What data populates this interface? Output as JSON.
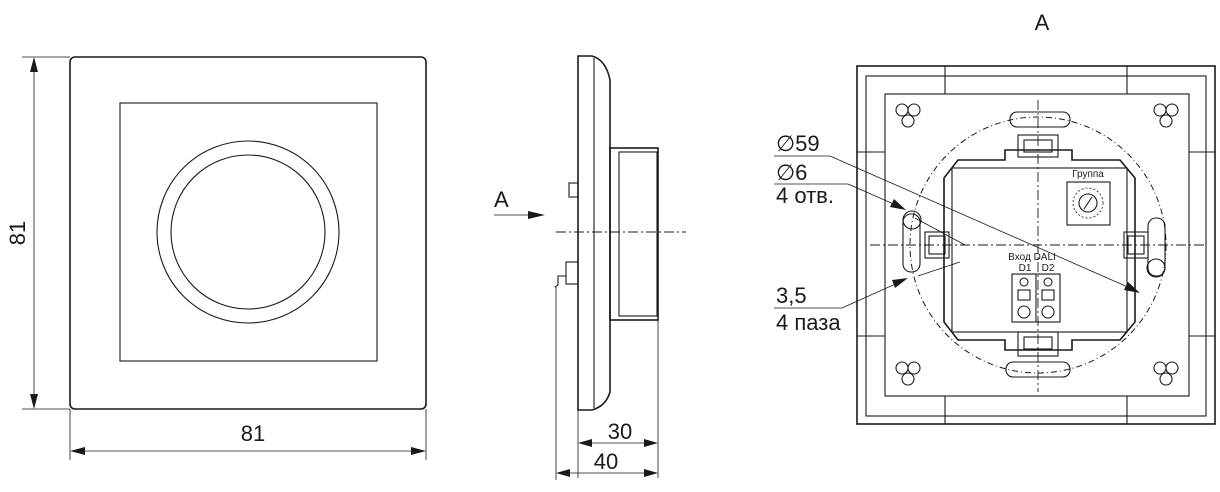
{
  "front_view": {
    "dim_height": "81",
    "dim_width": "81"
  },
  "side_view": {
    "view_marker": "A",
    "dim_depth_inner": "30",
    "dim_depth_total": "40"
  },
  "rear_view": {
    "title": "A",
    "label_diameter": "∅59",
    "label_hole_diameter": "∅6",
    "label_holes": "4 отв.",
    "label_slot_size": "3,5",
    "label_slots": "4 паза",
    "label_group": "Группа",
    "label_input": "Вход DALI",
    "label_d1": "D1",
    "label_d2": "D2"
  }
}
